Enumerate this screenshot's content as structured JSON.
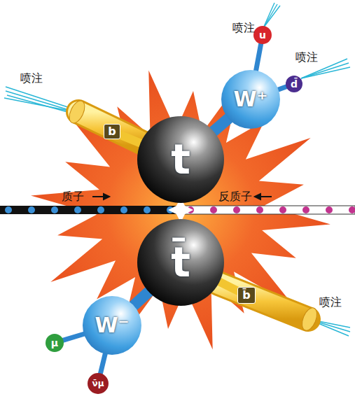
{
  "diagram": {
    "nodes": [
      {
        "text": [
          "t"
        ]
      },
      {
        "text": [
          "W⁺"
        ]
      },
      {
        "text": [
          "u"
        ]
      },
      {
        "text": [
          "d̄"
        ]
      },
      {
        "text": [
          "b"
        ]
      },
      {
        "text": [
          "t̄"
        ]
      },
      {
        "text": [
          "b̄"
        ]
      },
      {
        "text": [
          "W⁻"
        ]
      },
      {
        "text": [
          "μ"
        ]
      },
      {
        "text": [
          "ν̄μ"
        ]
      }
    ],
    "edges": [
      {
        "from": 0,
        "to": 1,
        "arrow": "none"
      },
      {
        "from": 1,
        "to": 2,
        "arrow": "none"
      },
      {
        "from": 1,
        "to": 3,
        "arrow": "none"
      },
      {
        "from": 0,
        "to": 4,
        "arrow": "none"
      },
      {
        "from": 5,
        "to": 6,
        "arrow": "none"
      },
      {
        "from": 5,
        "to": 7,
        "arrow": "none"
      },
      {
        "from": 7,
        "to": 8,
        "arrow": "none"
      },
      {
        "from": 7,
        "to": 9,
        "arrow": "none"
      }
    ],
    "labels": [
      "喷注",
      "喷注",
      "喷注",
      "质子",
      "反质子",
      "喷注"
    ]
  }
}
